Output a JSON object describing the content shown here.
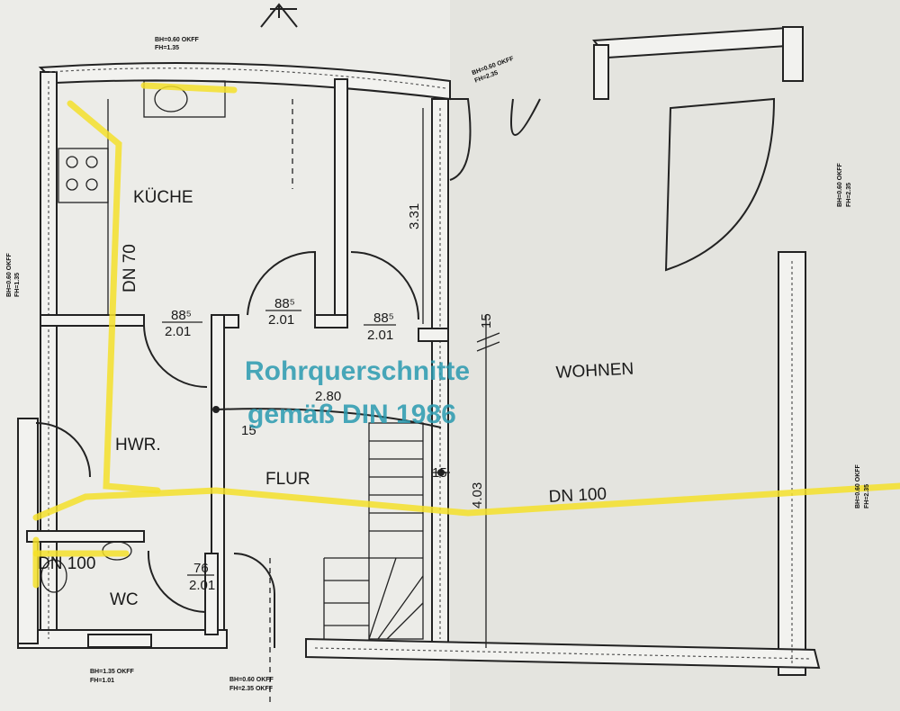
{
  "rooms": {
    "kitchen": "KÜCHE",
    "living": "WOHNEN",
    "utility": "HWR.",
    "hall": "FLUR",
    "wc": "WC"
  },
  "pipes": {
    "kitchen_pipe": "DN 70",
    "main_pipe": "DN 100",
    "wc_pipe": "DN 100",
    "color": "#f4e02a"
  },
  "stamp": {
    "line1": "Rohrquerschnitte",
    "line2": "gemäß DIN 1986",
    "color": "#2a9ab0"
  },
  "dimensions": {
    "height_331": "3.31",
    "width_280": "2.80",
    "height_403": "4.03",
    "wall_15_a": "15",
    "wall_15_b": "15",
    "wall_15_c": "15"
  },
  "doors": [
    {
      "width": "88⁵",
      "height": "2.01"
    },
    {
      "width": "88⁵",
      "height": "2.01"
    },
    {
      "width": "88⁵",
      "height": "2.01"
    },
    {
      "width": "76",
      "height": "2.01"
    }
  ],
  "window_notes": {
    "top_kitchen": [
      "BH=0.60 OKFF",
      "FH=1.35"
    ],
    "top_living": [
      "BH=0.60 OKFF",
      "FH=2.35"
    ],
    "bottom_wc": [
      "BH=1.35 OKFF",
      "FH=1.01"
    ],
    "bottom_hall": [
      "BH=0.60 OKFF",
      "FH=2.35 OKFF"
    ],
    "left_kitchen": [
      "BH=0.60 OKFF",
      "FH=1.35"
    ],
    "right_living_top": [
      "BH=0.60 OKFF",
      "FH=2.35"
    ],
    "right_living_mid": [
      "BH=0.60 OKFF",
      "FH=2.35"
    ]
  }
}
